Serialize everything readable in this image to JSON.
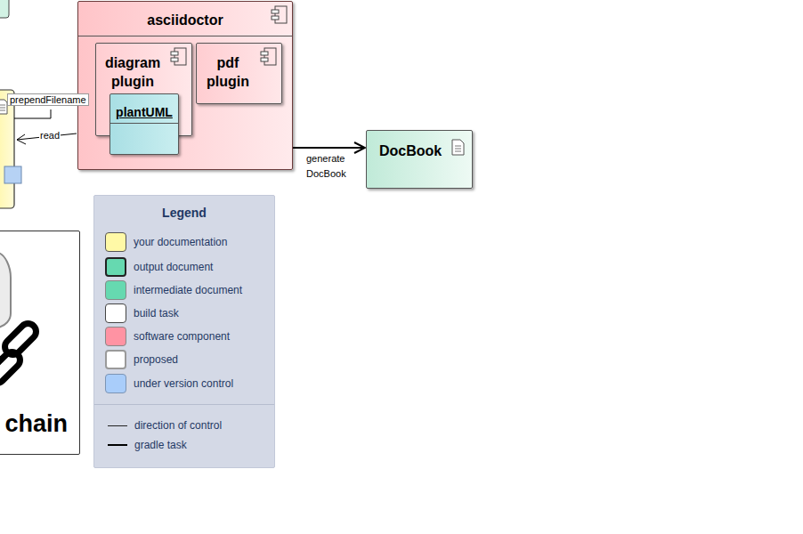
{
  "diagram": {
    "nodes": [
      {
        "text": [
          "asciidoctor"
        ]
      },
      {
        "text": [
          "diagram plugin"
        ],
        "in": 0
      },
      {
        "text": [
          "plantUML"
        ],
        "in": 1
      },
      {
        "text": [
          "pdf plugin"
        ],
        "in": 0
      },
      {
        "text": [
          "DocBook"
        ]
      },
      {
        "text": [
          "chain"
        ]
      }
    ],
    "edges": [
      {
        "from": 0,
        "to": 4,
        "arrow": "to",
        "label": "generate DocBook"
      }
    ],
    "labels": [
      "prependFilename",
      "read",
      "Legend"
    ],
    "legend": [
      {
        "text": "your documentation",
        "color": "#fff9a6"
      },
      {
        "text": "output document",
        "color": "#66d9b0"
      },
      {
        "text": "intermediate document",
        "color": "#66d9b0"
      },
      {
        "text": "build task",
        "color": "#ffffff"
      },
      {
        "text": "software component",
        "color": "#ff93a3"
      },
      {
        "text": "proposed",
        "color": "#ffffff"
      },
      {
        "text": "under version control",
        "color": "#a9cdfa"
      },
      {
        "text": "direction of control"
      },
      {
        "text": "gradle task"
      }
    ]
  }
}
